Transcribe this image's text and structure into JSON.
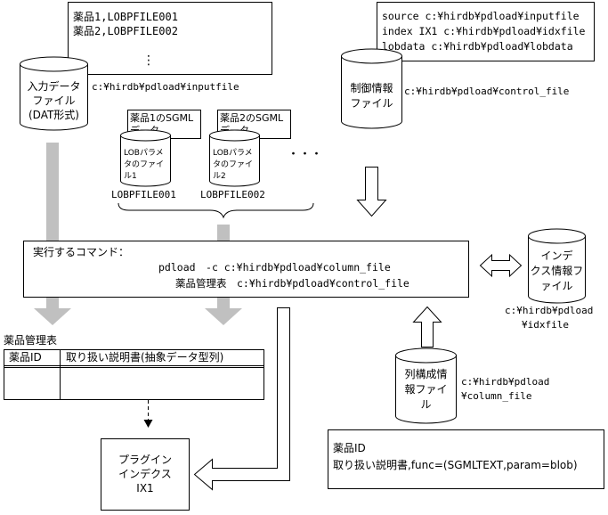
{
  "input_file_box": {
    "lines": [
      "薬品1,LOBPFILE001",
      "薬品2,LOBPFILE002",
      "⋮"
    ]
  },
  "input_file_cylinder": {
    "lines": [
      "入力データ",
      "ファイル",
      "(DAT形式)"
    ],
    "path": "c:¥hirdb¥pdload¥inputfile"
  },
  "sgml_data_1": {
    "lines": [
      "薬品1のSGML",
      "データ"
    ]
  },
  "sgml_data_2": {
    "lines": [
      "薬品2のSGML",
      "データ"
    ]
  },
  "lob_param_1": {
    "lines": [
      "LOBパラメ",
      "タのファイ",
      "ル1"
    ],
    "name": "LOBPFILE001"
  },
  "lob_param_2": {
    "lines": [
      "LOBパラメ",
      "タのファイ",
      "ル2"
    ],
    "name": "LOBPFILE002"
  },
  "ellipsis": "・・・",
  "control_file_box": {
    "lines": [
      "source c:¥hirdb¥pdload¥inputfile",
      "index IX1 c:¥hirdb¥pdload¥idxfile",
      "lobdata c:¥hirdb¥pdload¥lobdata"
    ]
  },
  "control_file_cylinder": {
    "lines": [
      "制御情報",
      "ファイル"
    ],
    "path": "c:¥hirdb¥pdload¥control_file"
  },
  "command_box": {
    "title": "実行するコマンド：",
    "line1": "pdload　-c c:¥hirdb¥pdload¥column_file",
    "line2": "薬品管理表　c:¥hirdb¥pdload¥control_file"
  },
  "index_info_cylinder": {
    "lines": [
      "インデ",
      "クス情報フ",
      "ァイル"
    ],
    "path_lines": [
      "c:¥hirdb¥pdload",
      "¥idxfile"
    ]
  },
  "table": {
    "title": "薬品管理表",
    "headers": [
      "薬品ID",
      "取り扱い説明書(抽象データ型列)"
    ]
  },
  "plugin_index_box": {
    "lines": [
      "プラグイン",
      "インデクス",
      "IX1"
    ]
  },
  "column_info_cylinder": {
    "lines": [
      "列構成情",
      "報ファイ",
      "ル"
    ],
    "path_lines": [
      "c:¥hirdb¥pdload",
      "¥column_file"
    ]
  },
  "column_file_box": {
    "lines": [
      "薬品ID",
      "取り扱い説明書,func=(SGMLTEXT,param=blob)"
    ]
  }
}
